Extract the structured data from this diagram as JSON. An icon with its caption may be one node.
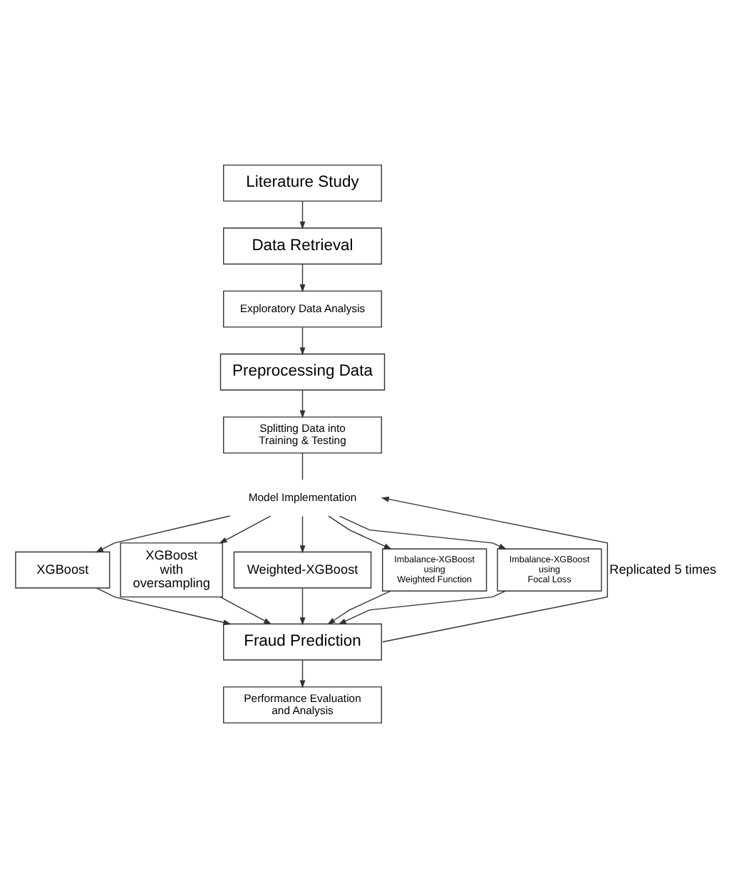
{
  "diagram": {
    "nodes": [
      {
        "text": [
          "Literature Study"
        ]
      },
      {
        "text": [
          "Data Retrieval"
        ]
      },
      {
        "text": [
          "Exploratory Data Analysis"
        ]
      },
      {
        "text": [
          "Preprocessing Data"
        ]
      },
      {
        "text": [
          "Splitting Data into Training & Testing"
        ]
      },
      {
        "text": [
          "Model Implementation"
        ]
      },
      {
        "text": [
          "XGBoost"
        ]
      },
      {
        "text": [
          "XGBoost with oversampling"
        ]
      },
      {
        "text": [
          "Weighted-XGBoost"
        ]
      },
      {
        "text": [
          "Imbalance-XGBoost using Weighted Function"
        ]
      },
      {
        "text": [
          "Imbalance-XGBoost using Focal Loss"
        ]
      },
      {
        "text": [
          "Fraud Prediction"
        ]
      },
      {
        "text": [
          "Performance Evaluation and Analysis"
        ]
      }
    ],
    "edges": [
      {
        "from": 0,
        "to": 1,
        "arrow": "to"
      },
      {
        "from": 1,
        "to": 2,
        "arrow": "to"
      },
      {
        "from": 2,
        "to": 3,
        "arrow": "to"
      },
      {
        "from": 3,
        "to": 4,
        "arrow": "to"
      },
      {
        "from": 4,
        "to": 5,
        "arrow": "none"
      },
      {
        "from": 5,
        "to": 6,
        "arrow": "to"
      },
      {
        "from": 5,
        "to": 7,
        "arrow": "to"
      },
      {
        "from": 5,
        "to": 8,
        "arrow": "to"
      },
      {
        "from": 5,
        "to": 9,
        "arrow": "to"
      },
      {
        "from": 5,
        "to": 10,
        "arrow": "to"
      },
      {
        "from": 6,
        "to": 11,
        "arrow": "to"
      },
      {
        "from": 7,
        "to": 11,
        "arrow": "to"
      },
      {
        "from": 8,
        "to": 11,
        "arrow": "to"
      },
      {
        "from": 9,
        "to": 11,
        "arrow": "to"
      },
      {
        "from": 10,
        "to": 11,
        "arrow": "to"
      },
      {
        "from": 11,
        "to": 5,
        "arrow": "to",
        "label": "Replicated 5 times"
      },
      {
        "from": 11,
        "to": 12,
        "arrow": "to"
      }
    ]
  }
}
